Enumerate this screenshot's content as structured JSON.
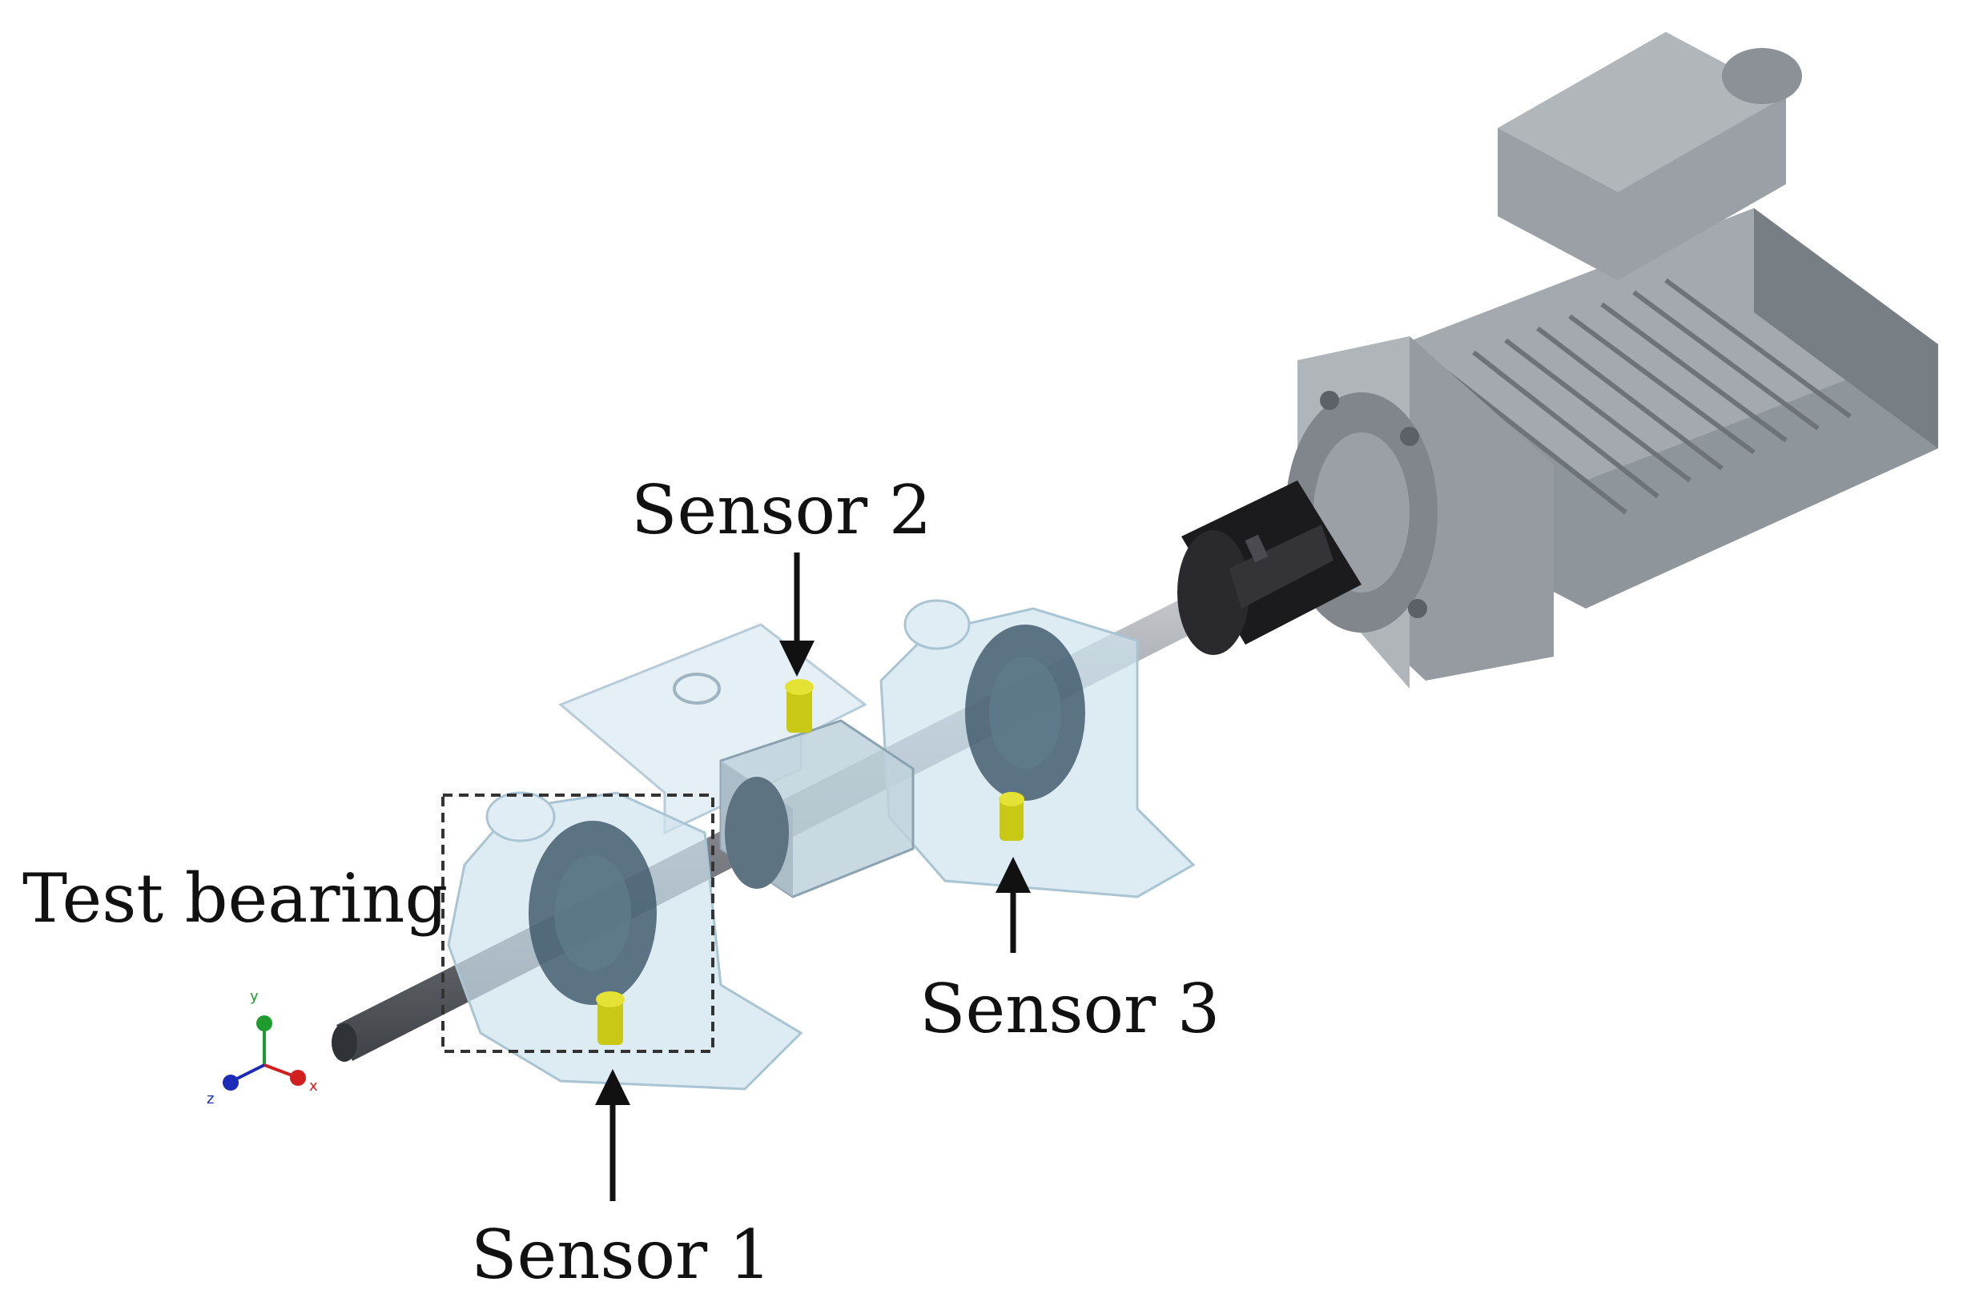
{
  "labels": {
    "sensor1": "Sensor 1",
    "sensor2": "Sensor 2",
    "sensor3": "Sensor 3",
    "test_bearing": "Test bearing"
  },
  "axis_triad": {
    "x": "x",
    "y": "y",
    "z": "z"
  },
  "colors": {
    "motor_body": "#8e959b",
    "motor_dark": "#6d7379",
    "coupling": "#1b1b1d",
    "shaft": "#7c8086",
    "housing": "#cfe3ee",
    "bearing": "#3b5566",
    "sensor": "#c9c814",
    "axis_x": "#d11e1e",
    "axis_y": "#1f9c2e",
    "axis_z": "#1d2bb8"
  }
}
